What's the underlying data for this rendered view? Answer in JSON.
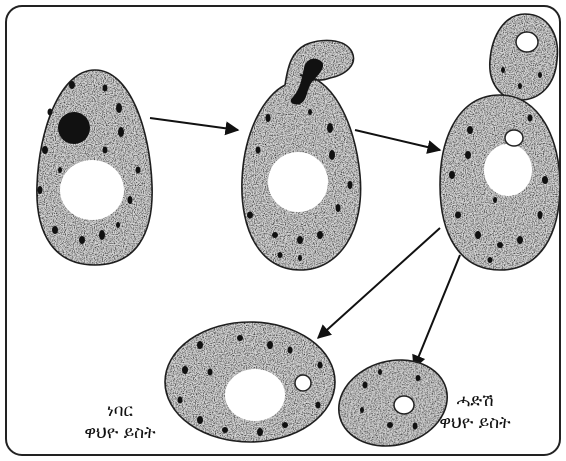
{
  "labels": {
    "old_cell": {
      "line1": "ነባር",
      "line2": "ዋህዮ ይስት"
    },
    "new_cell": {
      "line1": "ሓድሽ",
      "line2": "ዋህዮ ይስት"
    }
  },
  "colors": {
    "frame": "#222222",
    "cell_fill": "#d8d8d8",
    "cell_outline": "#222222",
    "organelle": "#111111",
    "vacuole": "#ffffff"
  }
}
